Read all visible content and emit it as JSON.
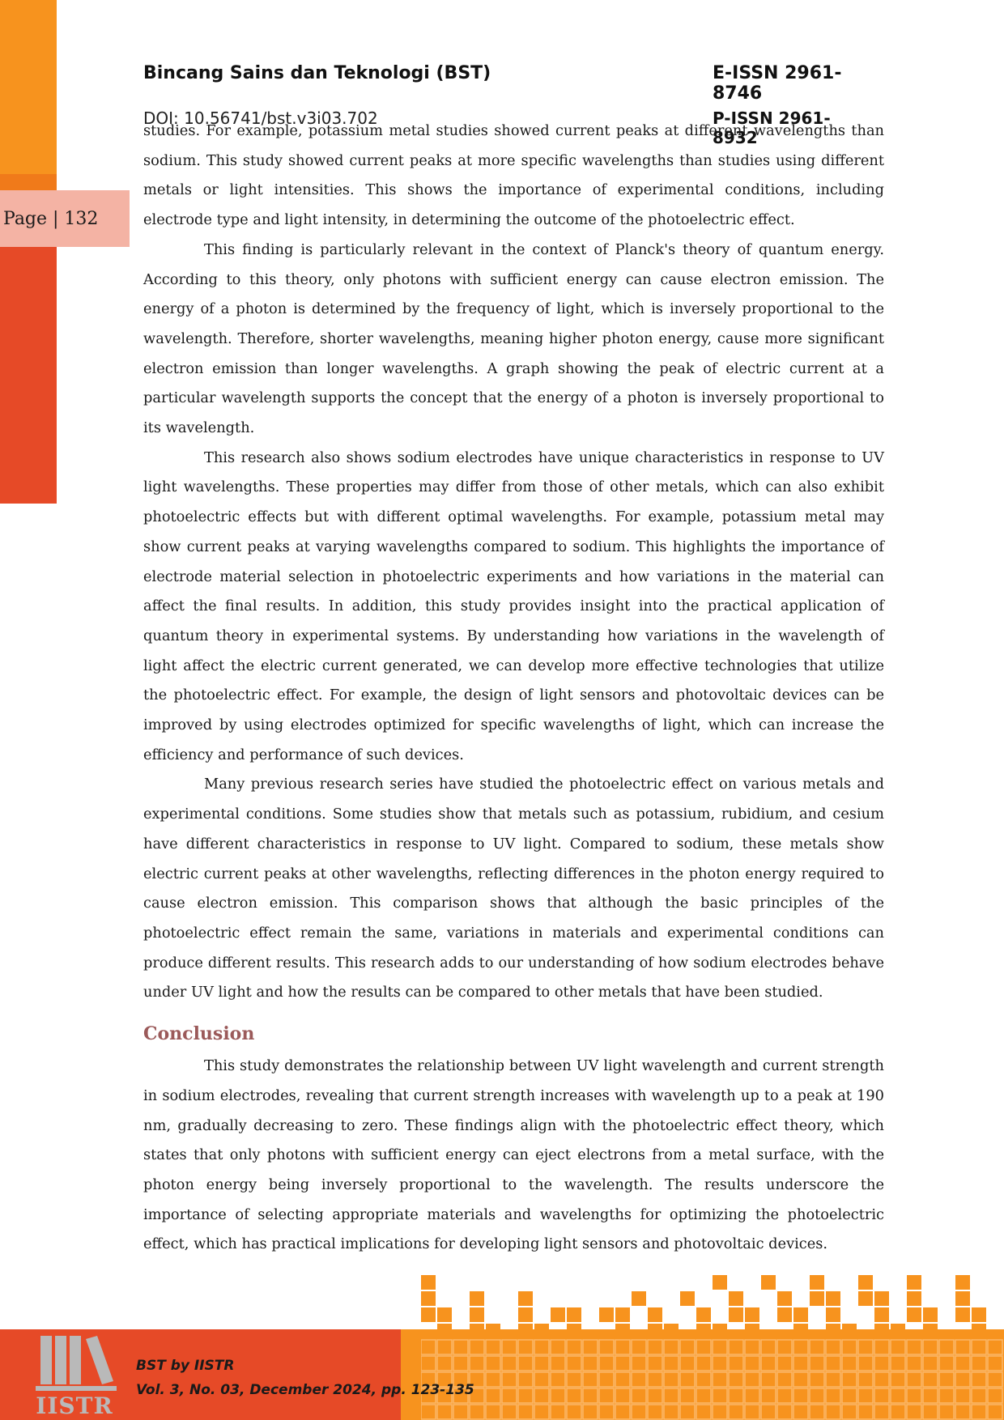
{
  "header": {
    "journal": "Bincang Sains dan Teknologi (BST)",
    "doi": "DOI: 10.56741/bst.v3i03.702",
    "eissn": "E-ISSN 2961-8746",
    "pissn": "P-ISSN 2961-8932"
  },
  "page_label": "Page | 132",
  "paragraphs": [
    "studies. For example, potassium metal studies showed current peaks at different wavelengths than sodium. This study showed current peaks at more specific wavelengths than studies using different metals or light intensities. This shows the importance of experimental conditions, including electrode type and light intensity, in determining the outcome of the photoelectric effect.",
    "This finding is particularly relevant in the context of Planck's theory of quantum energy. According to this theory, only photons with sufficient energy can cause electron emission. The energy of a photon is determined by the frequency of light, which is inversely proportional to the wavelength. Therefore, shorter wavelengths, meaning higher photon energy, cause more significant electron emission than longer wavelengths. A graph showing the peak of electric current at a particular wavelength supports the concept that the energy of a photon is inversely proportional to its wavelength.",
    "This research also shows sodium electrodes have unique characteristics in response to UV light wavelengths. These properties may differ from those of other metals, which can also exhibit photoelectric effects but with different optimal wavelengths. For example, potassium metal may show current peaks at varying wavelengths compared to sodium. This highlights the importance of electrode material selection in photoelectric experiments and how variations in the material can affect the final results. In addition, this study provides insight into the practical application of quantum theory in experimental systems. By understanding how variations in the wavelength of light affect the electric current generated, we can develop more effective technologies that utilize the photoelectric effect. For example, the design of light sensors and photovoltaic devices can be improved by using electrodes optimized for specific wavelengths of light, which can increase the efficiency and performance of such devices.",
    "Many previous research series have studied the photoelectric effect on various metals and experimental conditions. Some studies show that metals such as potassium, rubidium, and cesium have different characteristics in response to UV light. Compared to sodium, these metals show electric current peaks at other wavelengths, reflecting differences in the photon energy required to cause electron emission. This comparison shows that although the basic principles of the photoelectric effect remain the same, variations in materials and experimental conditions can produce different results. This research adds to our understanding of how sodium electrodes behave under UV light and how the results can be compared to other metals that have been studied."
  ],
  "conclusion": {
    "heading": "Conclusion",
    "text": "This study demonstrates the relationship between UV light wavelength and current strength in sodium electrodes, revealing that current strength increases with wavelength up to a peak at 190 nm, gradually decreasing to zero. These findings align with the photoelectric effect theory, which states that only photons with sufficient energy can eject electrons from a metal surface, with the photon energy being inversely proportional to the wavelength. The results underscore the importance of selecting appropriate materials and wavelengths for optimizing the photoelectric effect, which has practical implications for developing light sensors and photovoltaic devices."
  },
  "footer": {
    "publisher": "BST by IISTR",
    "volume": "Vol. 3, No. 03, December 2024, pp. 123-135",
    "logo_text": "IISTR"
  },
  "colors": {
    "orange": "#f7931e",
    "red": "#e64a27",
    "pink": "#f4b3a4",
    "heading": "#9b5a5a"
  }
}
